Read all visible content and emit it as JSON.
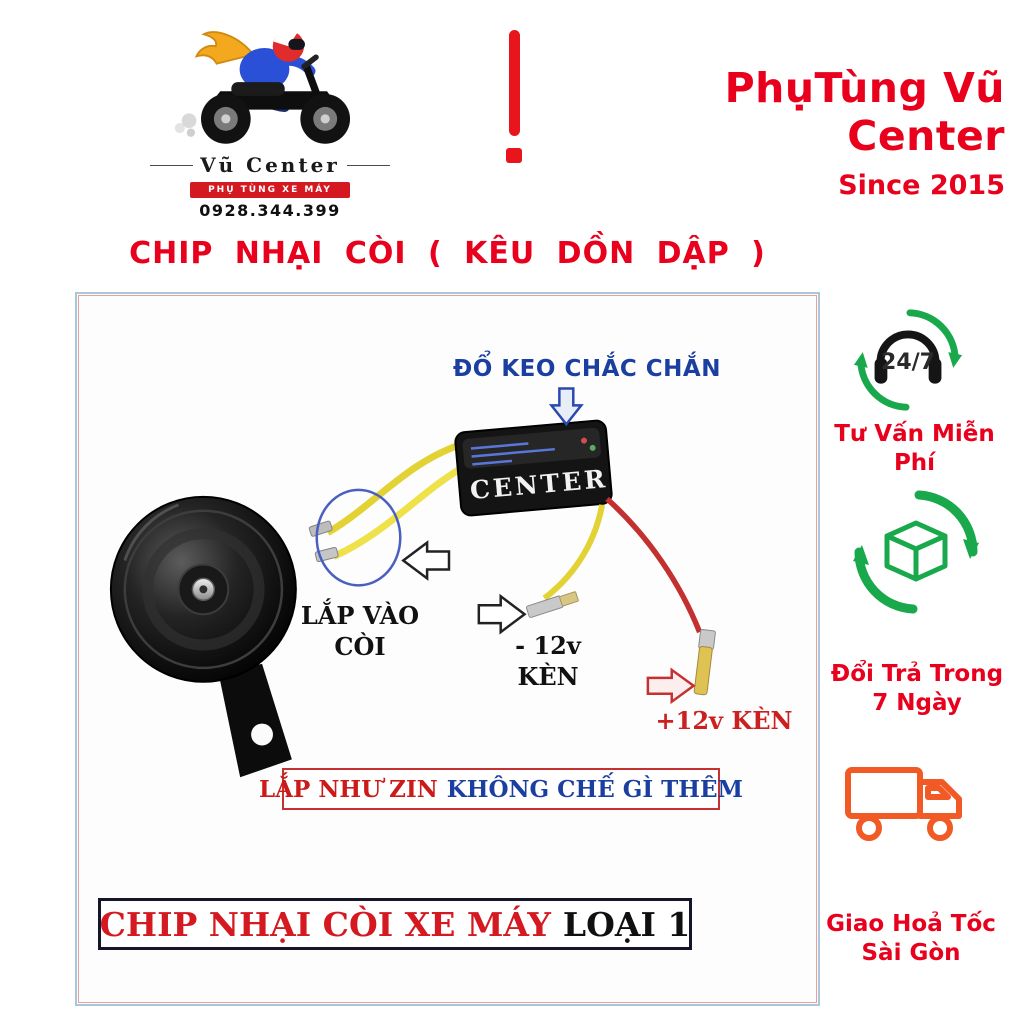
{
  "header": {
    "logo": {
      "brand": "Vũ  Center",
      "tagline": "PHỤ TÙNG XE MÁY",
      "phone": "0928.344.399"
    },
    "shop_name": "PhụTùng Vũ Center",
    "since": "Since 2015"
  },
  "title": "CHIP NHẠI CÒI ( KÊU DỒN DẬP )",
  "diagram": {
    "glue_note": "ĐỔ KEO CHẮC CHẮN",
    "module_label": "CENTER",
    "horn_note_line1": "LẮP VÀO",
    "horn_note_line2": "CÒI",
    "neg_wire_line1": "- 12v",
    "neg_wire_line2": "KÈN",
    "pos_wire": "+12v KÈN",
    "banner": {
      "red": "LẮP NHƯ ZIN",
      "blue": "KHÔNG CHẾ GÌ THÊM"
    },
    "caption": {
      "red": "CHIP NHẠI CÒI XE MÁY",
      "black": "LOẠI 1"
    }
  },
  "sidebar": {
    "support": {
      "badge": "24/7",
      "label": "Tư Vấn Miễn Phí"
    },
    "returns": {
      "line1": "Đổi Trả Trong",
      "line2": "7 Ngày"
    },
    "delivery": {
      "line1": "Giao Hoả Tốc",
      "line2": "Sài Gòn"
    }
  },
  "colors": {
    "brand_red": "#e8001d",
    "note_blue": "#1b3fa0",
    "accent_green": "#19a94c",
    "truck_orange": "#f15a24"
  }
}
